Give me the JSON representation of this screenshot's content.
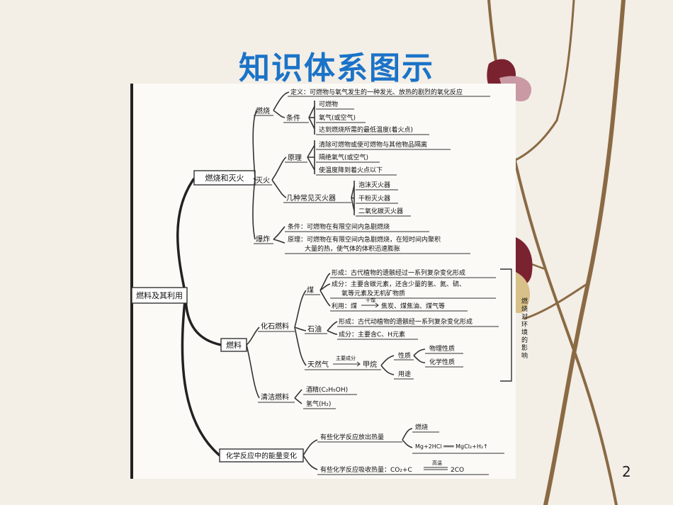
{
  "title": "知识体系图示",
  "page_number": "2",
  "root": "燃料及其利用",
  "branch1": {
    "label": "燃烧和灭火",
    "burn": {
      "label": "燃烧",
      "definition": "定义：可燃物与氧气发生的一种发光、放热的剧烈的氧化反应",
      "condition_label": "条件",
      "conditions": [
        "可燃物",
        "氧气(或空气)",
        "达到燃烧所需的最低温度(着火点)"
      ]
    },
    "extinguish": {
      "label": "灭火",
      "principle_label": "原理",
      "principles": [
        "清除可燃物或使可燃物与其他物品隔离",
        "隔绝氧气(或空气)",
        "使温度降到着火点以下"
      ],
      "types_label": "几种常见灭火器",
      "types": [
        "泡沫灭火器",
        "干粉灭火器",
        "二氧化碳灭火器"
      ]
    },
    "explosion": {
      "label": "爆炸",
      "condition": "条件：可燃物在有限空间内急剧燃烧",
      "principle_line1": "原理：可燃物在有限空间内急剧燃烧，在短时间内聚积",
      "principle_line2": "大量的热，使气体的体积迅速膨胀"
    }
  },
  "branch2": {
    "label": "燃料",
    "fossil": {
      "label": "化石燃料",
      "coal": {
        "label": "煤",
        "formation": "形成：古代植物的遗骸经过一系列复杂变化形成",
        "composition_line1": "成分：主要含碳元素，还含少量的氢、氮、硫、",
        "composition_line2": "氧等元素及无机矿物质",
        "use_prefix": "利用：煤",
        "use_arrow_label": "干馏",
        "use_products": "焦炭、煤焦油、煤气等"
      },
      "oil": {
        "label": "石油",
        "formation": "形成：古代动植物的遗骸经一系列复杂变化形成",
        "composition": "成分：主要含C、H元素"
      },
      "gas": {
        "label": "天然气",
        "arrow_label": "主要成分",
        "main": "甲烷",
        "property_label": "性质",
        "properties": [
          "物理性质",
          "化学性质"
        ],
        "use_label": "用途"
      },
      "env_impact": [
        "燃",
        "烧",
        "对",
        "环",
        "境",
        "的",
        "影",
        "响"
      ]
    },
    "clean": {
      "label": "清洁燃料",
      "items": [
        "酒精(C₂H₅OH)",
        "氢气(H₂)"
      ]
    }
  },
  "branch3": {
    "label": "化学反应中的能量变化",
    "release_label": "有些化学反应放出热量",
    "release_items": [
      "燃烧",
      "Mg+2HCl ═══ MgCl₂+H₂↑"
    ],
    "absorb_label": "有些化学反应吸收热量：CO₂+C",
    "absorb_condition": "高温",
    "absorb_product": "2CO"
  },
  "colors": {
    "title": "#1a73c8",
    "branch": "#222222",
    "background": "#f3eee6",
    "petal": "#7a2230",
    "twig": "#8a6a44"
  }
}
